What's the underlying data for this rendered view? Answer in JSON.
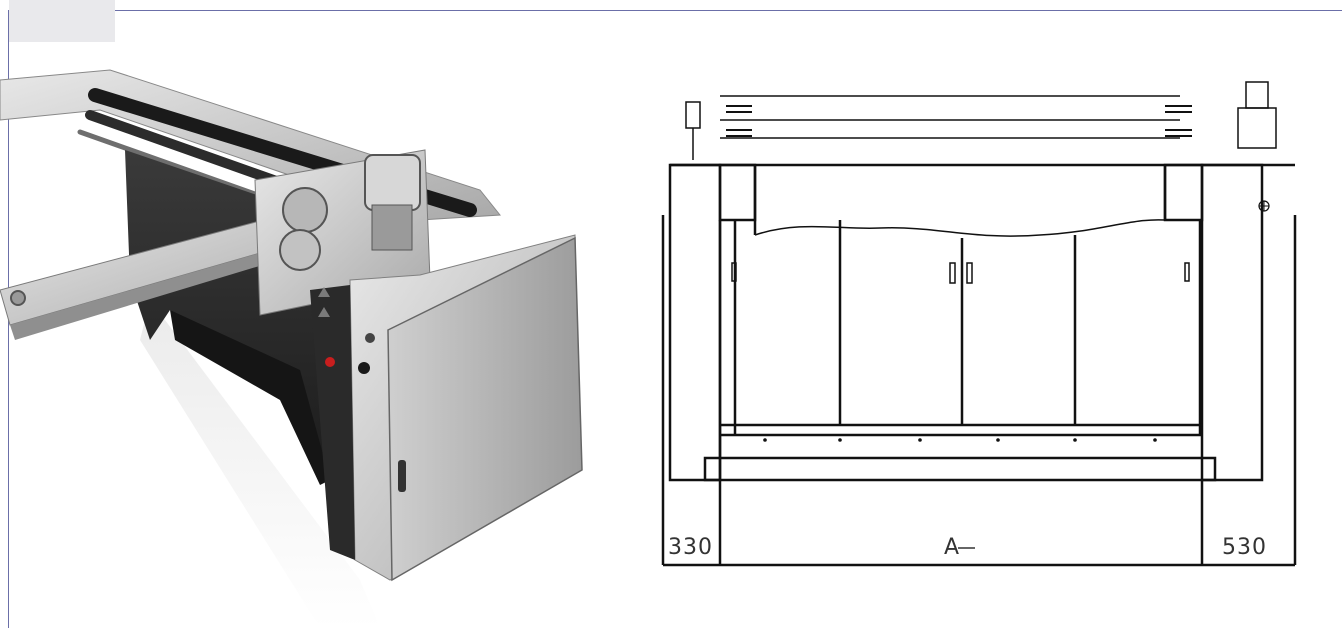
{
  "dimensions": {
    "left": "330",
    "center": "A",
    "right": "530"
  }
}
